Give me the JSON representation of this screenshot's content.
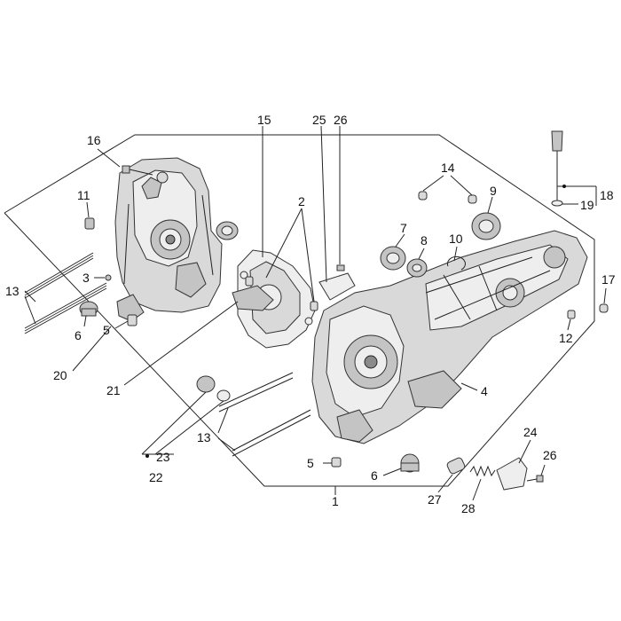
{
  "diagram": {
    "labels": {
      "l1": "1",
      "l2": "2",
      "l3": "3",
      "l4": "4",
      "l5a": "5",
      "l5b": "5",
      "l6a": "6",
      "l6b": "6",
      "l7": "7",
      "l8": "8",
      "l9": "9",
      "l10": "10",
      "l11": "11",
      "l12": "12",
      "l13a": "13",
      "l13b": "13",
      "l14": "14",
      "l15": "15",
      "l16": "16",
      "l17": "17",
      "l18": "18",
      "l19": "19",
      "l20": "20",
      "l21": "21",
      "l22": "22",
      "l23": "23",
      "l24": "24",
      "l25": "25",
      "l26a": "26",
      "l26b": "26",
      "l27": "27",
      "l28": "28"
    }
  }
}
